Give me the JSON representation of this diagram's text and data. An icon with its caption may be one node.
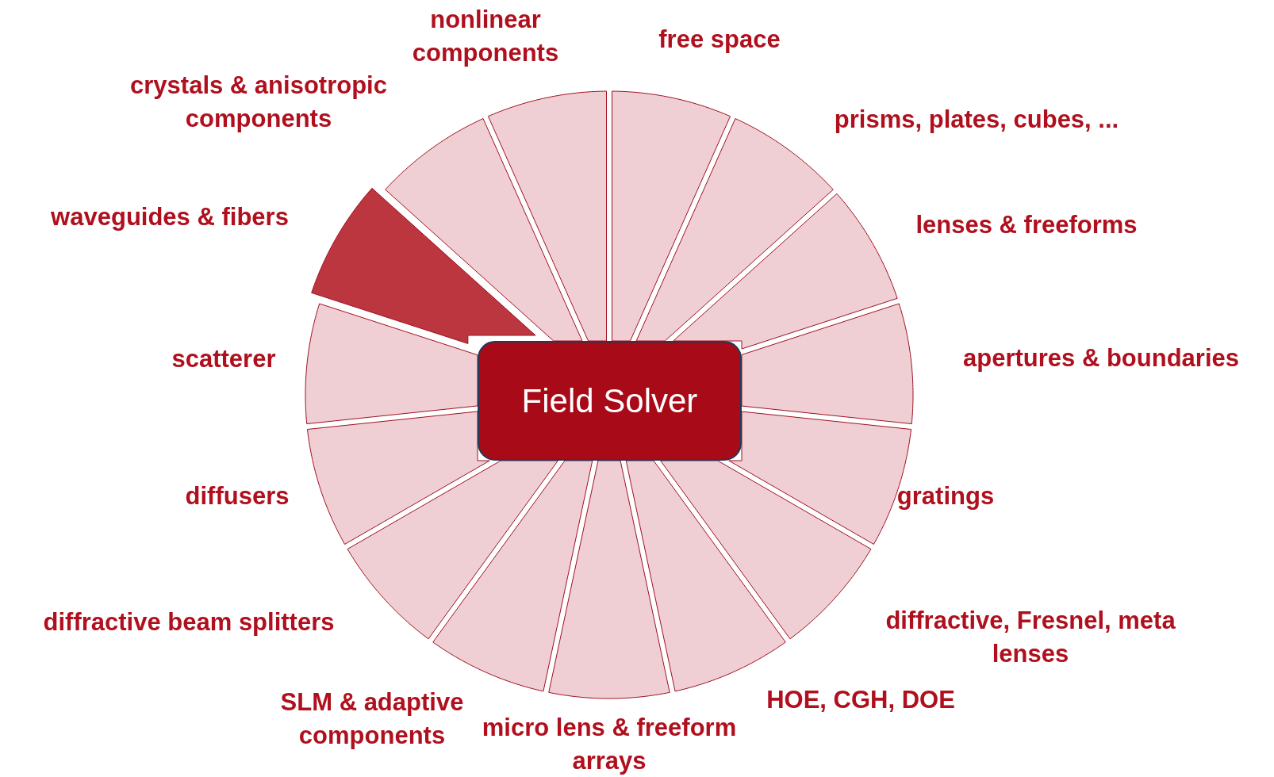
{
  "diagram": {
    "nodes": [
      {
        "text": [
          "Field Solver"
        ]
      },
      {
        "text": [],
        "shape": "wedge",
        "beside": [
          "nonlinear components"
        ]
      },
      {
        "text": [],
        "shape": "wedge",
        "beside": [
          "free space"
        ]
      },
      {
        "text": [],
        "shape": "wedge",
        "beside": [
          "prisms, plates, cubes, ..."
        ]
      },
      {
        "text": [],
        "shape": "wedge",
        "beside": [
          "lenses & freeforms"
        ]
      },
      {
        "text": [],
        "shape": "wedge",
        "beside": [
          "apertures & boundaries"
        ]
      },
      {
        "text": [],
        "shape": "wedge",
        "beside": [
          "gratings"
        ]
      },
      {
        "text": [],
        "shape": "wedge",
        "beside": [
          "diffractive, Fresnel, meta lenses"
        ]
      },
      {
        "text": [],
        "shape": "wedge",
        "beside": [
          "HOE, CGH, DOE"
        ]
      },
      {
        "text": [],
        "shape": "wedge",
        "beside": [
          "micro lens & freeform arrays"
        ]
      },
      {
        "text": [],
        "shape": "wedge",
        "beside": [
          "SLM & adaptive components"
        ]
      },
      {
        "text": [],
        "shape": "wedge",
        "beside": [
          "diffractive beam splitters"
        ]
      },
      {
        "text": [],
        "shape": "wedge",
        "beside": [
          "diffusers"
        ]
      },
      {
        "text": [],
        "shape": "wedge",
        "beside": [
          "scatterer"
        ]
      },
      {
        "text": [],
        "shape": "wedge",
        "beside": [
          "waveguides & fibers"
        ]
      },
      {
        "text": [],
        "shape": "wedge",
        "beside": [
          "crystals & anisotropic components"
        ]
      }
    ]
  }
}
